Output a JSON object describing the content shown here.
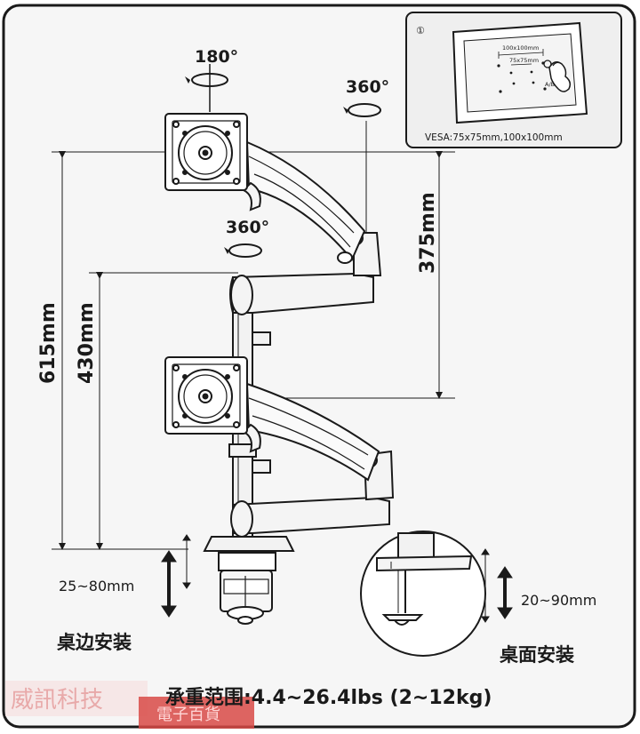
{
  "rotation": {
    "top_plate": "180°",
    "pole_top": "360°",
    "arm_joint": "360°"
  },
  "dimensions": {
    "total_height": "615mm",
    "lower_height": "430mm",
    "arm_span": "375mm"
  },
  "inset": {
    "number": "①",
    "pattern_large": "100x100mm",
    "pattern_small": "75x75mm",
    "marker": "A/B",
    "caption": "VESA:75x75mm,100x100mm"
  },
  "clamp": {
    "range": "25~80mm",
    "label": "桌边安装"
  },
  "grommet": {
    "range": "20~90mm",
    "label": "桌面安装"
  },
  "capacity": "承重范围:4.4~26.4lbs (2~12kg)",
  "watermark": {
    "text": "威訊科技",
    "badge": "電子百貨"
  },
  "colors": {
    "line": "#1a1a1a",
    "panel_bg": "#f1f1f1",
    "frame_bg": "#fafafa",
    "watermark": "#e8a9a9",
    "badge": "#c9302c"
  }
}
